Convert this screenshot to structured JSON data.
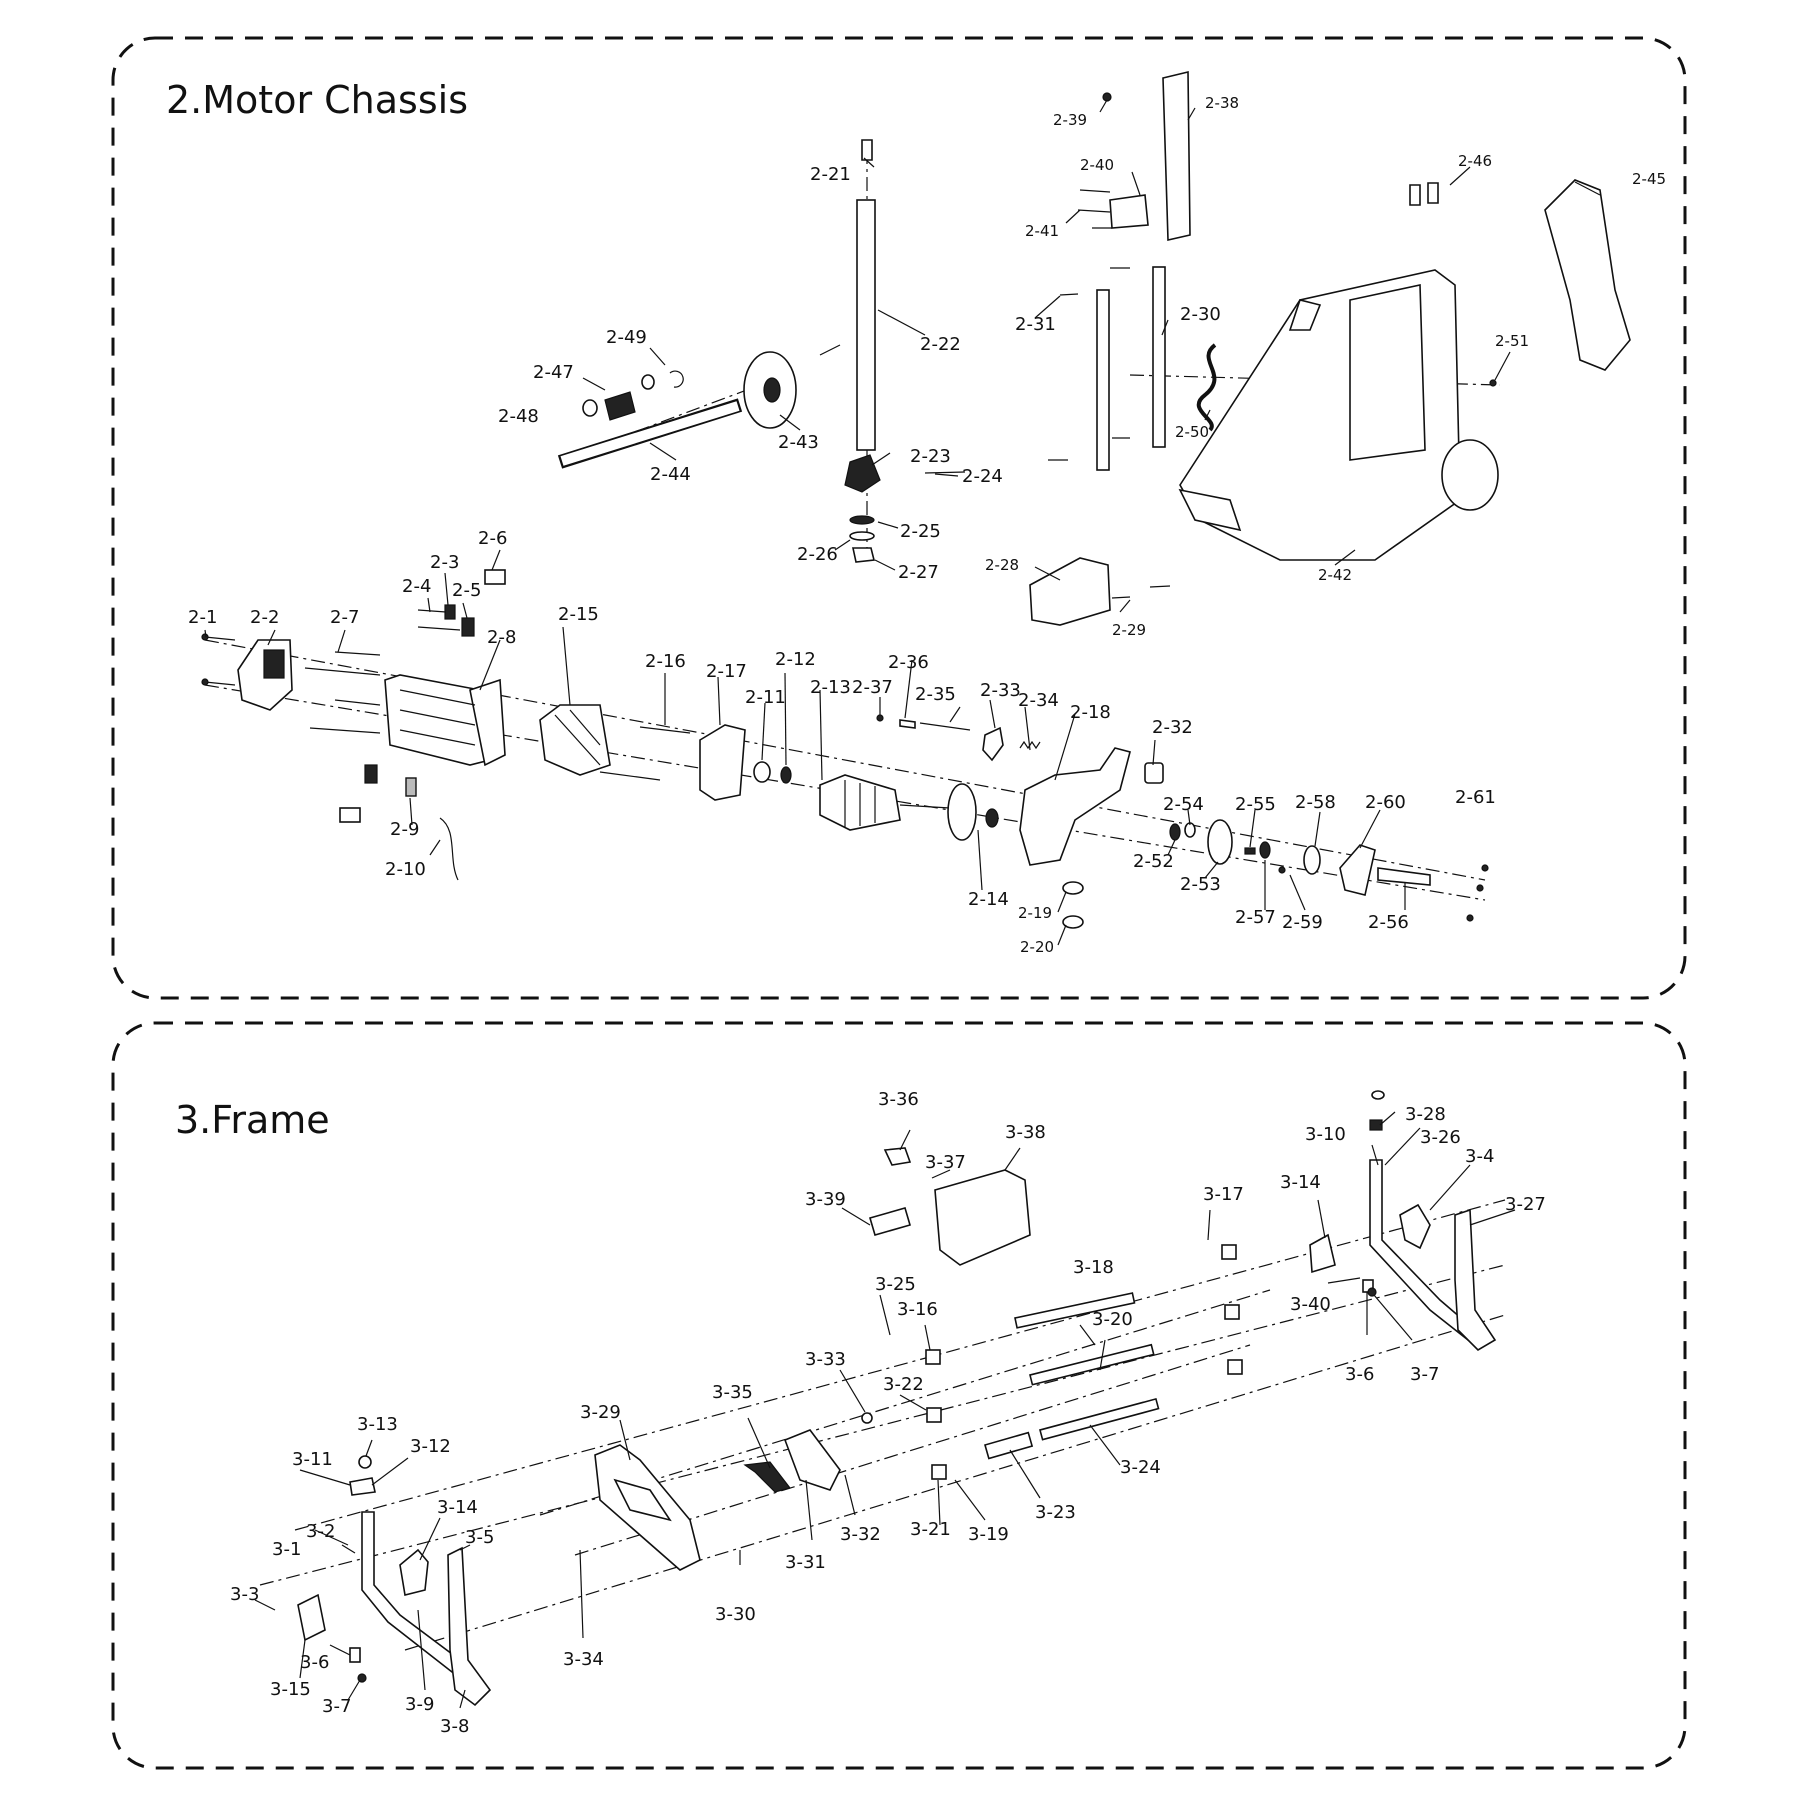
{
  "panels": {
    "motor_chassis": {
      "title": "2.Motor Chassis",
      "labels": [
        "2-1",
        "2-2",
        "2-3",
        "2-4",
        "2-5",
        "2-6",
        "2-7",
        "2-8",
        "2-9",
        "2-10",
        "2-11",
        "2-12",
        "2-13",
        "2-14",
        "2-15",
        "2-16",
        "2-17",
        "2-18",
        "2-19",
        "2-20",
        "2-21",
        "2-22",
        "2-23",
        "2-24",
        "2-25",
        "2-26",
        "2-27",
        "2-28",
        "2-29",
        "2-30",
        "2-31",
        "2-32",
        "2-33",
        "2-34",
        "2-35",
        "2-36",
        "2-37",
        "2-38",
        "2-39",
        "2-40",
        "2-41",
        "2-42",
        "2-43",
        "2-44",
        "2-45",
        "2-46",
        "2-47",
        "2-48",
        "2-49",
        "2-50",
        "2-51",
        "2-52",
        "2-53",
        "2-54",
        "2-55",
        "2-56",
        "2-57",
        "2-58",
        "2-59",
        "2-60",
        "2-61"
      ]
    },
    "frame": {
      "title": "3.Frame",
      "labels": [
        "3-1",
        "3-2",
        "3-3",
        "3-4",
        "3-5",
        "3-6",
        "3-7",
        "3-8",
        "3-9",
        "3-10",
        "3-11",
        "3-12",
        "3-13",
        "3-14",
        "3-15",
        "3-16",
        "3-17",
        "3-18",
        "3-19",
        "3-20",
        "3-21",
        "3-22",
        "3-23",
        "3-24",
        "3-25",
        "3-26",
        "3-27",
        "3-28",
        "3-29",
        "3-30",
        "3-31",
        "3-32",
        "3-33",
        "3-34",
        "3-35",
        "3-36",
        "3-37",
        "3-38",
        "3-39",
        "3-40",
        "3-6",
        "3-7",
        "3-14"
      ]
    }
  }
}
